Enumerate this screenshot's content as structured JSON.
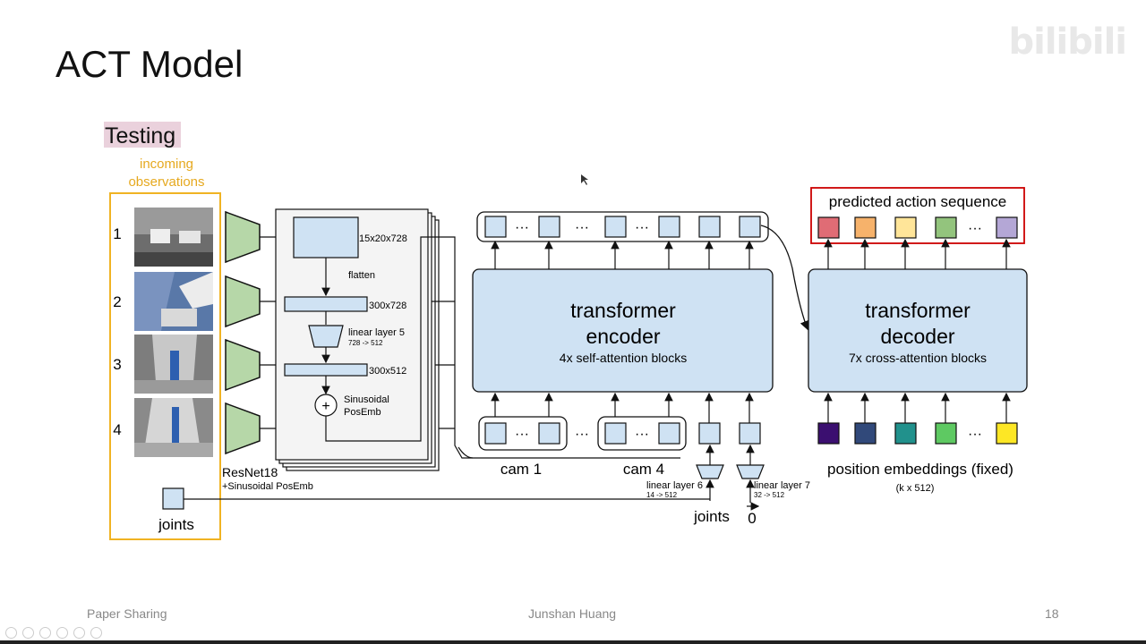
{
  "slide": {
    "title": "ACT Model",
    "watermark_logo": "bilibili",
    "footer_left": "Paper Sharing",
    "footer_center": "Junshan Huang",
    "page_number": "18"
  },
  "diagram": {
    "testing_label": "Testing",
    "incoming_line1": "incoming",
    "incoming_line2": "observations",
    "obs_numbers": [
      "1",
      "2",
      "3",
      "4"
    ],
    "joints_left": "joints",
    "resnet": "ResNet18",
    "resnet_sub": "+Sinusoidal PosEmb",
    "feat_15x20": "15x20x728",
    "flatten": "flatten",
    "feat_300x728": "300x728",
    "linear5": "linear layer 5",
    "linear5_dims": "728 -> 512",
    "feat_300x512": "300x512",
    "sinusoidal_1": "Sinusoidal",
    "sinusoidal_2": "PosEmb",
    "plus": "+",
    "encoder_1": "transformer",
    "encoder_2": "encoder",
    "encoder_sub": "4x self-attention blocks",
    "decoder_1": "transformer",
    "decoder_2": "decoder",
    "decoder_sub": "7x cross-attention blocks",
    "cam1": "cam 1",
    "cam4": "cam 4",
    "linear6": "linear layer 6",
    "linear6_dims": "14 -> 512",
    "linear7": "linear layer 7",
    "linear7_dims": "32 -> 512",
    "joints_bottom": "joints",
    "zero_vec": "0",
    "predicted": "predicted action sequence",
    "pos_emb": "position embeddings (fixed)",
    "pos_emb_dims": "(k x 512)",
    "ellipsis": "···"
  },
  "colors": {
    "block_fill": "#cfe2f3",
    "orange_frame": "#f0b323",
    "testing_highlight": "#ead1dc",
    "predicted_frame": "#cc0000",
    "resnet_green": "#b6d7a8",
    "action_colors": [
      "#e06c75",
      "#f6b26b",
      "#ffe599",
      "#93c47d",
      "#b4a7d6"
    ],
    "pos_colors": [
      "#3b0f70",
      "#31497a",
      "#21918c",
      "#5ec962",
      "#fde725"
    ]
  }
}
